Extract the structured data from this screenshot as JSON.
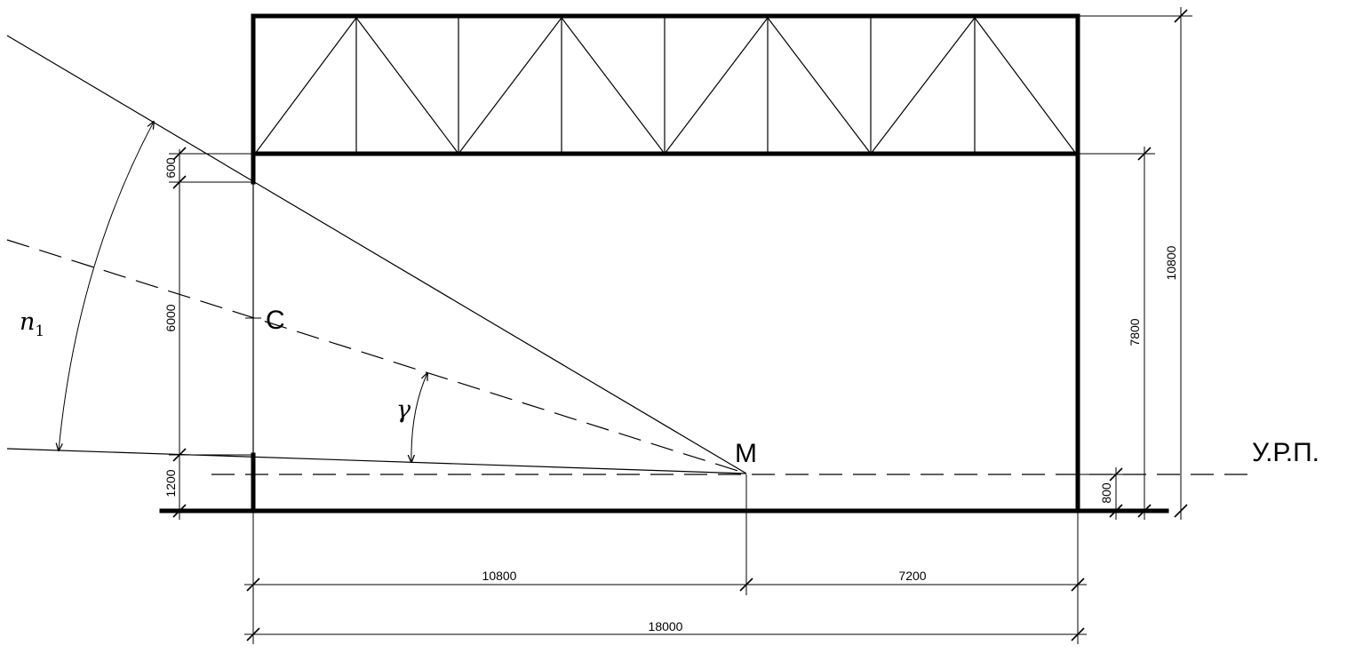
{
  "labels": {
    "point_c": "C",
    "point_m": "M",
    "floor_level": "У.Р.П.",
    "angle_n": "n",
    "angle_n_sub": "1",
    "angle_gamma": "γ"
  },
  "dimensions": {
    "top_offset": "600",
    "window_height": "6000",
    "sill_height": "1200",
    "truss_bottom_height": "7800",
    "total_height": "10800",
    "work_plane_height": "800",
    "left_span": "10800",
    "right_span": "7200",
    "total_span": "18000"
  }
}
